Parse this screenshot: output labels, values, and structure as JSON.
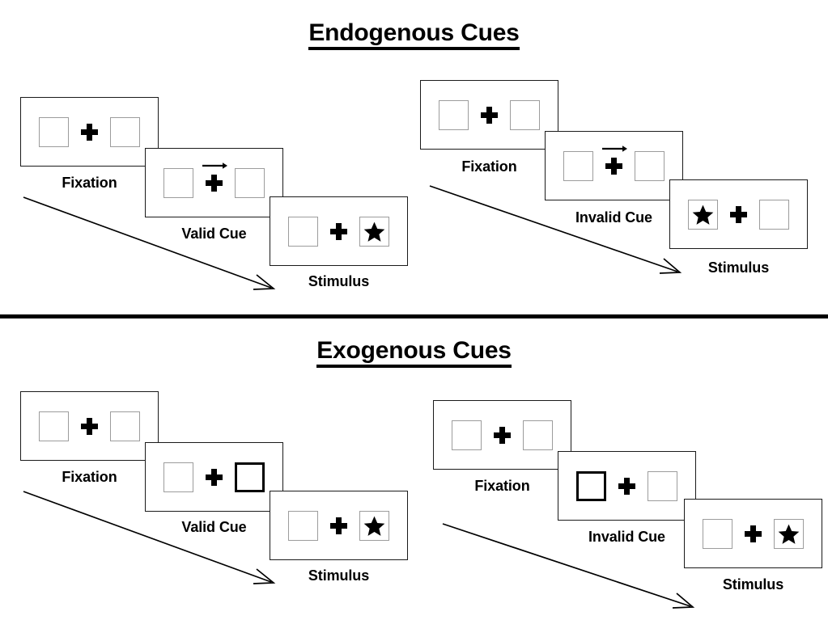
{
  "figure": {
    "sections": [
      {
        "id": "endogenous",
        "title": "Endogenous Cues",
        "sequences": [
          {
            "id": "endogenous-valid",
            "cue_type": "valid",
            "frames": [
              {
                "caption": "Fixation",
                "cue": "none",
                "cue_side": "none",
                "stimulus_side": "none"
              },
              {
                "caption": "Valid Cue",
                "cue": "arrow",
                "cue_side": "right",
                "stimulus_side": "none"
              },
              {
                "caption": "Stimulus",
                "cue": "none",
                "cue_side": "none",
                "stimulus_side": "right"
              }
            ]
          },
          {
            "id": "endogenous-invalid",
            "cue_type": "invalid",
            "frames": [
              {
                "caption": "Fixation",
                "cue": "none",
                "cue_side": "none",
                "stimulus_side": "none"
              },
              {
                "caption": "Invalid Cue",
                "cue": "arrow",
                "cue_side": "right",
                "stimulus_side": "none"
              },
              {
                "caption": "Stimulus",
                "cue": "none",
                "cue_side": "none",
                "stimulus_side": "left"
              }
            ]
          }
        ]
      },
      {
        "id": "exogenous",
        "title": "Exogenous Cues",
        "sequences": [
          {
            "id": "exogenous-valid",
            "cue_type": "valid",
            "frames": [
              {
                "caption": "Fixation",
                "cue": "none",
                "cue_side": "none",
                "stimulus_side": "none"
              },
              {
                "caption": "Valid Cue",
                "cue": "box-flash",
                "cue_side": "right",
                "stimulus_side": "none"
              },
              {
                "caption": "Stimulus",
                "cue": "none",
                "cue_side": "none",
                "stimulus_side": "right"
              }
            ]
          },
          {
            "id": "exogenous-invalid",
            "cue_type": "invalid",
            "frames": [
              {
                "caption": "Fixation",
                "cue": "none",
                "cue_side": "none",
                "stimulus_side": "none"
              },
              {
                "caption": "Invalid Cue",
                "cue": "box-flash",
                "cue_side": "left",
                "stimulus_side": "none"
              },
              {
                "caption": "Stimulus",
                "cue": "none",
                "cue_side": "none",
                "stimulus_side": "right"
              }
            ]
          }
        ]
      }
    ],
    "icons": {
      "fixation_cross": "plus-icon",
      "cue_arrow": "arrow-right-icon",
      "target": "star-icon",
      "time_flow": "time-arrow-icon"
    },
    "colors": {
      "panel_border": "#1a1a1a",
      "box_border": "#9c9c9c",
      "cued_box_border": "#000000",
      "ink": "#000000",
      "background": "#ffffff"
    }
  }
}
